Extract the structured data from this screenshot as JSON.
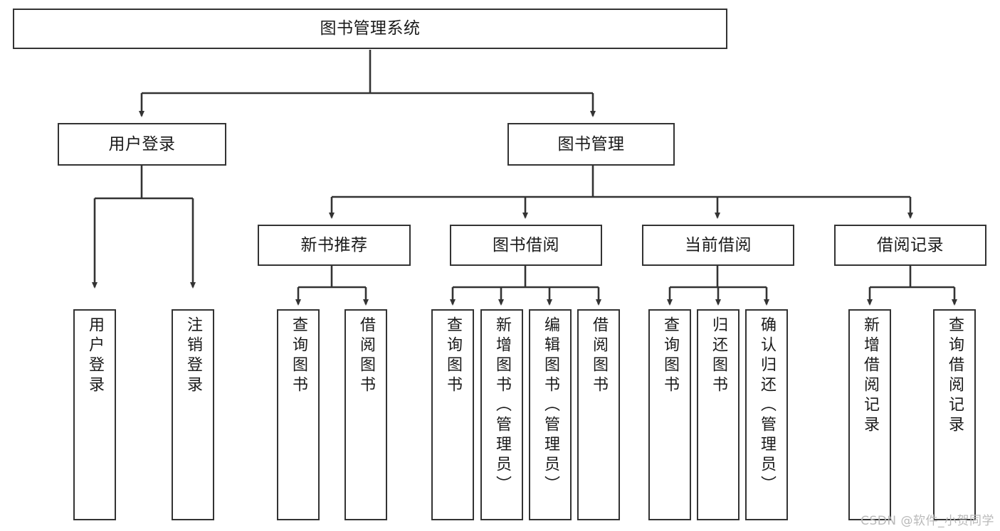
{
  "diagram": {
    "type": "tree",
    "title": "图书管理系统",
    "watermark": "CSDN @软件_小贺同学",
    "colors": {
      "box_border": "#333333",
      "box_fill": "#ffffff",
      "edge": "#333333",
      "text": "#1a1a1a",
      "watermark": "#b9b9b9"
    },
    "nodes": {
      "root": {
        "label": "图书管理系统"
      },
      "level2": [
        {
          "id": "user-login",
          "label": "用户登录"
        },
        {
          "id": "book-manage",
          "label": "图书管理"
        }
      ],
      "level3": [
        {
          "id": "new-book-rec",
          "label": "新书推荐"
        },
        {
          "id": "book-borrow",
          "label": "图书借阅"
        },
        {
          "id": "current-borrow",
          "label": "当前借阅"
        },
        {
          "id": "borrow-record",
          "label": "借阅记录"
        }
      ],
      "leaves": [
        {
          "id": "leaf-user-login",
          "label": "用户登录",
          "parent": "user-login"
        },
        {
          "id": "leaf-logout",
          "label": "注销登录",
          "parent": "user-login"
        },
        {
          "id": "leaf-query-book-1",
          "label": "查询图书",
          "parent": "new-book-rec"
        },
        {
          "id": "leaf-borrow-book-1",
          "label": "借阅图书",
          "parent": "new-book-rec"
        },
        {
          "id": "leaf-query-book-2",
          "label": "查询图书",
          "parent": "book-borrow"
        },
        {
          "id": "leaf-add-book",
          "label": "新增图书（管理员）",
          "parent": "book-borrow"
        },
        {
          "id": "leaf-edit-book",
          "label": "编辑图书（管理员）",
          "parent": "book-borrow"
        },
        {
          "id": "leaf-borrow-book-2",
          "label": "借阅图书",
          "parent": "book-borrow"
        },
        {
          "id": "leaf-query-book-3",
          "label": "查询图书",
          "parent": "current-borrow"
        },
        {
          "id": "leaf-return-book",
          "label": "归还图书",
          "parent": "current-borrow"
        },
        {
          "id": "leaf-confirm-return",
          "label": "确认归还（管理员）",
          "parent": "current-borrow"
        },
        {
          "id": "leaf-add-record",
          "label": "新增借阅记录",
          "parent": "borrow-record"
        },
        {
          "id": "leaf-query-record",
          "label": "查询借阅记录",
          "parent": "borrow-record"
        }
      ]
    }
  }
}
